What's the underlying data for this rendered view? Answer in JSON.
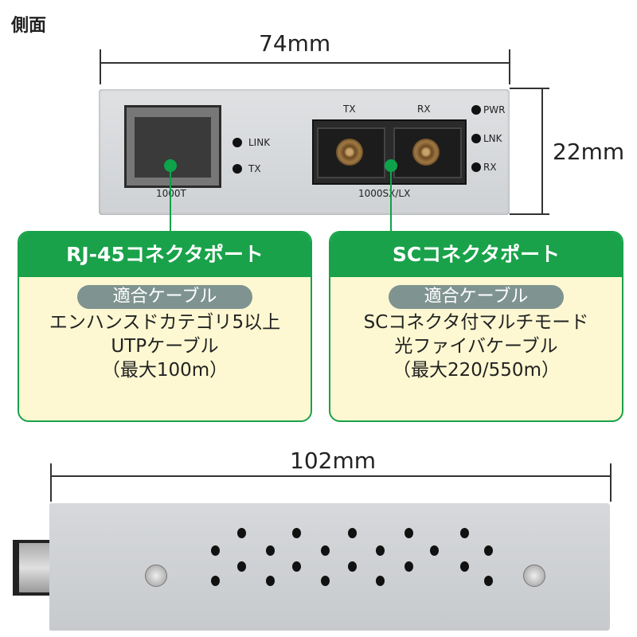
{
  "title": "側面",
  "dimensions": {
    "width_front": "74mm",
    "height_front": "22mm",
    "length_side": "102mm"
  },
  "front_panel": {
    "rj45_label": "1000T",
    "rj45_leds": [
      "LINK",
      "TX"
    ],
    "sc_port_labels": [
      "TX",
      "RX"
    ],
    "sc_label": "1000SX/LX",
    "status_leds": [
      "PWR",
      "LNK",
      "RX"
    ]
  },
  "callouts": [
    {
      "header": "RJ-45コネクタポート",
      "pill": "適合ケーブル",
      "lines": [
        "エンハンスドカテゴリ5以上",
        "UTPケーブル",
        "（最大100m）"
      ]
    },
    {
      "header": "SCコネクタポート",
      "pill": "適合ケーブル",
      "lines": [
        "SCコネクタ付マルチモード",
        "光ファイバケーブル",
        "（最大220/550m）"
      ]
    }
  ],
  "colors": {
    "accent_green": "#19a24a",
    "callout_bg": "#fdf8d2",
    "pill_gray": "#7f9490"
  }
}
